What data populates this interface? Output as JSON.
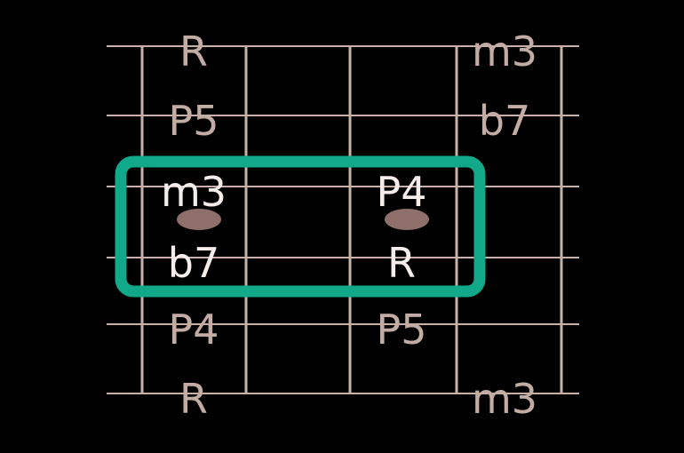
{
  "colors": {
    "background": "#000000",
    "string_line": "#c9b1a8",
    "fret_line": "#c9b1a8",
    "label_dim": "#c2aca3",
    "label_bright": "#f6ecea",
    "highlight_box": "#12a88a",
    "dot": "#8f6f6a"
  },
  "fretboard": {
    "strings": 6,
    "frets": 5
  },
  "labels": [
    {
      "text": "R",
      "string": 1,
      "fret": 1,
      "emphasis": false
    },
    {
      "text": "m3",
      "string": 1,
      "fret": 4,
      "emphasis": false
    },
    {
      "text": "P5",
      "string": 2,
      "fret": 1,
      "emphasis": false
    },
    {
      "text": "b7",
      "string": 2,
      "fret": 4,
      "emphasis": false
    },
    {
      "text": "m3",
      "string": 3,
      "fret": 1,
      "emphasis": true
    },
    {
      "text": "P4",
      "string": 3,
      "fret": 3,
      "emphasis": true
    },
    {
      "text": "b7",
      "string": 4,
      "fret": 1,
      "emphasis": true
    },
    {
      "text": "R",
      "string": 4,
      "fret": 3,
      "emphasis": true
    },
    {
      "text": "P4",
      "string": 5,
      "fret": 1,
      "emphasis": false
    },
    {
      "text": "P5",
      "string": 5,
      "fret": 3,
      "emphasis": false
    },
    {
      "text": "R",
      "string": 6,
      "fret": 1,
      "emphasis": false
    },
    {
      "text": "m3",
      "string": 6,
      "fret": 4,
      "emphasis": false
    }
  ],
  "dots": [
    {
      "string_between": [
        3,
        4
      ],
      "fret": 1
    },
    {
      "string_between": [
        3,
        4
      ],
      "fret": 3
    }
  ],
  "highlight": {
    "strings": [
      3,
      4
    ],
    "frets": [
      1,
      3
    ]
  }
}
